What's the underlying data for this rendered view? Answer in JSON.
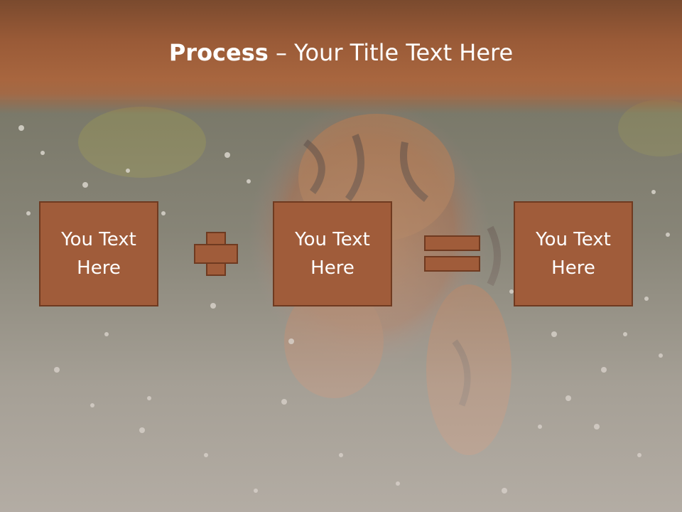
{
  "title": {
    "strong": "Process",
    "rest": " – Your Title Text Here"
  },
  "boxes": [
    {
      "line1": "You Text",
      "line2": "Here"
    },
    {
      "line1": "You Text",
      "line2": "Here"
    },
    {
      "line1": "You Text",
      "line2": "Here"
    }
  ],
  "operators": [
    "plus-icon",
    "equals-icon"
  ],
  "colors": {
    "header": "#995a37",
    "box_fill": "#a05c3a",
    "box_border": "#6f3a20",
    "text": "#ffffff"
  }
}
